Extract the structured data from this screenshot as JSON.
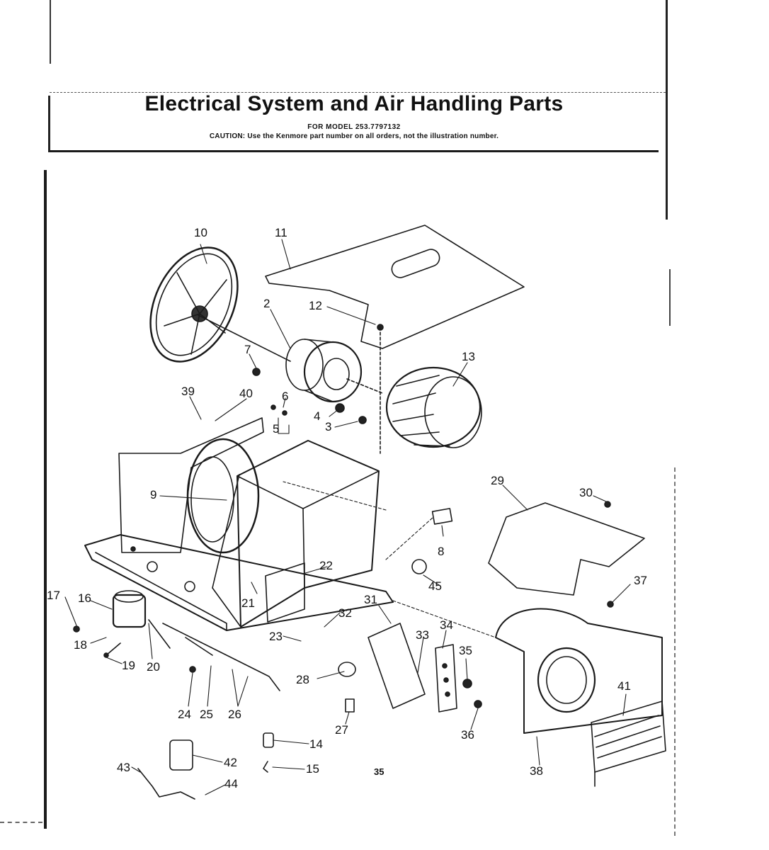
{
  "header": {
    "title": "Electrical System and Air Handling Parts",
    "model_line": "FOR MODEL 253.7797132",
    "caution": "CAUTION: Use the Kenmore part number on all orders, not the illustration number."
  },
  "page_number": "35",
  "callouts": [
    "10",
    "11",
    "2",
    "12",
    "7",
    "13",
    "39",
    "40",
    "6",
    "4",
    "3",
    "5",
    "9",
    "8",
    "29",
    "30",
    "22",
    "45",
    "37",
    "17",
    "16",
    "21",
    "32",
    "31",
    "34",
    "33",
    "35",
    "18",
    "19",
    "20",
    "23",
    "28",
    "24",
    "25",
    "26",
    "27",
    "36",
    "38",
    "41",
    "14",
    "42",
    "15",
    "43",
    "44"
  ]
}
